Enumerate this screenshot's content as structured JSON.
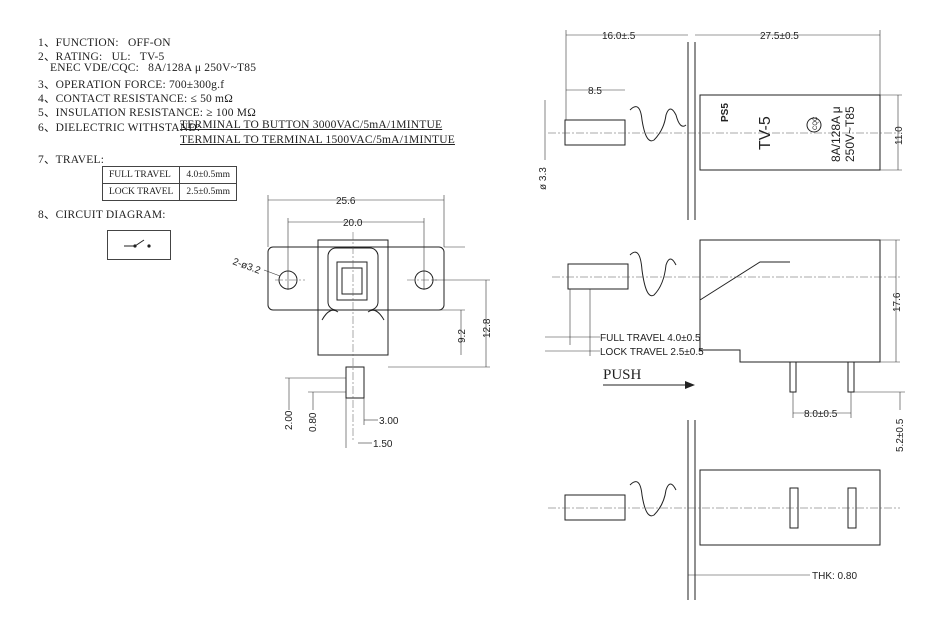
{
  "specs": {
    "function": "1、FUNCTION:   OFF-ON",
    "rating": "2、RATING:   UL:   TV-5",
    "rating_enec": "ENEC VDE/CQC:   8A/128A μ 250V~T85",
    "operation_force": "3、OPERATION FORCE: 700±300g.f",
    "contact_resistance": "4、CONTACT RESISTANCE: ≤ 50 mΩ",
    "insulation_resistance": "5、INSULATION RESISTANCE: ≥ 100 MΩ",
    "dielectric_label": "6、DIELECTRIC WITHSTAND:",
    "dielectric_1": "TERMINAL TO BUTTON 3000VAC/5mA/1MINTUE",
    "dielectric_2": "TERMINAL TO TERMINAL 1500VAC/5mA/1MINTUE",
    "travel_label": "7、TRAVEL:",
    "circuit_label": "8、CIRCUIT DIAGRAM:"
  },
  "travel_table": [
    {
      "name": "FULL TRAVEL",
      "value": "4.0±0.5mm"
    },
    {
      "name": "LOCK TRAVEL",
      "value": "2.5±0.5mm"
    }
  ],
  "front_view": {
    "width": "25.6",
    "hole_pitch": "20.0",
    "holes": "2-ø3.2",
    "h1": "9.2",
    "h2": "12.8",
    "t1": "2.00",
    "t2": "0.80",
    "t3": "3.00",
    "t4": "1.50"
  },
  "side_view": {
    "button_len": "16.0±.5",
    "body_len": "27.5±0.5",
    "stem": "8.5",
    "stem_dia": "ø 3.3",
    "body_h": "11.0",
    "marking_model": "PS5",
    "marking_type": "TV-5",
    "marking_rating": "8A/128A μ",
    "marking_voltage": "250V~T85",
    "marking_cqc": "CQC",
    "height": "17.6",
    "full_travel": "FULL TRAVEL 4.0±0.5",
    "lock_travel": "LOCK TRAVEL 2.5±0.5",
    "push": "PUSH",
    "pin_pitch": "8.0±0.5",
    "pin_len": "5.2±0.5",
    "thickness": "THK: 0.80"
  }
}
